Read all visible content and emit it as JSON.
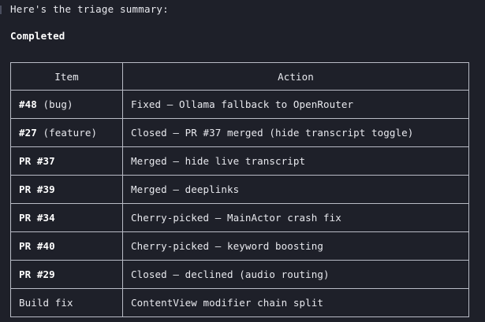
{
  "intro": {
    "text": "Here's the triage summary:"
  },
  "section": {
    "heading": "Completed"
  },
  "table": {
    "columns": [
      {
        "key": "item",
        "label": "Item"
      },
      {
        "key": "action",
        "label": "Action"
      }
    ],
    "rows": [
      {
        "item_bold": "#48",
        "item_rest": " (bug)",
        "item_full": "#48 (bug)",
        "action": "Fixed — Ollama fallback to OpenRouter"
      },
      {
        "item_bold": "#27",
        "item_rest": " (feature)",
        "item_full": "#27 (feature)",
        "action": "Closed — PR #37 merged (hide transcript toggle)"
      },
      {
        "item_bold": "PR #37",
        "item_rest": "",
        "item_full": "PR #37",
        "action": "Merged — hide live transcript"
      },
      {
        "item_bold": "PR #39",
        "item_rest": "",
        "item_full": "PR #39",
        "action": "Merged — deeplinks"
      },
      {
        "item_bold": "PR #34",
        "item_rest": "",
        "item_full": "PR #34",
        "action": "Cherry-picked — MainActor crash fix"
      },
      {
        "item_bold": "PR #40",
        "item_rest": "",
        "item_full": "PR #40",
        "action": "Cherry-picked — keyword boosting"
      },
      {
        "item_bold": "PR #29",
        "item_rest": "",
        "item_full": "PR #29",
        "action": "Closed — declined (audio routing)"
      },
      {
        "item_bold": "",
        "item_rest": "Build fix",
        "item_full": "Build fix",
        "action": "ContentView modifier chain split"
      }
    ]
  },
  "colors": {
    "background": "#1e2029",
    "text": "#e8e9ee",
    "text_strong": "#ffffff",
    "border": "#b9bcc6"
  }
}
